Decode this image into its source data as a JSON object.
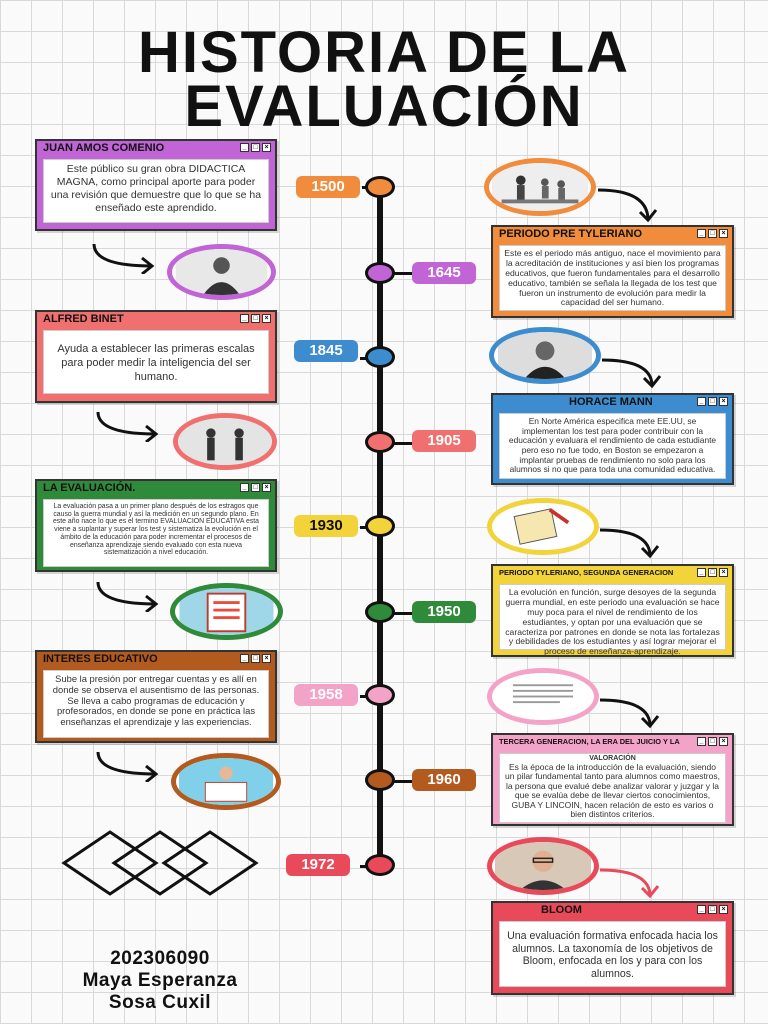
{
  "title": {
    "line1": "HISTORIA DE LA",
    "line2": "EVALUACIÓN"
  },
  "colors": {
    "purple": "#c064d6",
    "orange": "#f08c3c",
    "blue": "#3c8ccf",
    "salmon": "#f07070",
    "yellow": "#f2d43a",
    "green": "#2f8a3a",
    "pink": "#f4a3c8",
    "brown": "#b35a1f",
    "red": "#e84a5a"
  },
  "years": [
    "1500",
    "1645",
    "1845",
    "1905",
    "1930",
    "1950",
    "1958",
    "1960",
    "1972"
  ],
  "entries": [
    {
      "title": "JUAN AMOS COMENIO",
      "text": "Este público su gran obra DIDACTICA MAGNA, como principal aporte para poder una revisión que demuestre que lo que se ha enseñado este aprendido."
    },
    {
      "title": "PERIODO PRE TYLERIANO",
      "text": "Este es el periodo más antiguo, nace el movimiento para la acreditación de instituciones y así bien los programas educativos, que fueron fundamentales para el desarrollo educativo, también se señala la llegada de los test que fueron un instrumento de evolución para medir la capacidad del ser humano."
    },
    {
      "title": "ALFRED BINET",
      "text": "Ayuda a establecer las primeras escalas para poder medir la inteligencia del ser humano."
    },
    {
      "title": "HORACE MANN",
      "text": "En Norte América especifica mete EE.UU, se implementan los test para poder contribuir con la educación y evaluara el rendimiento de cada estudiante pero eso no fue todo, en Boston se empezaron a implantar pruebas de rendimiento no solo para los alumnos si no que para toda una comunidad educativa."
    },
    {
      "title": "LA EVALUACIÓN.",
      "text": "La evaluación pasa a un primer plano después de los estragos que causo la guerra mundial y así la medición en un segundo plano. En este año nace lo que es el termino EVALUACION EDUCATIVA esta viene a suplantar y superar los test y sistematiza la evolución en el ámbito de la educación para poder incrementar el procesos de enseñanza aprendizaje siendo evaluado con esta nueva sistematización a nivel educación."
    },
    {
      "title": "PERIODO TYLERIANO, SEGUNDA GENERACION",
      "text": "La evolución en función, surge desoyes de la segunda guerra mundial, en este periodo una evaluación se hace muy poca para el nivel de rendimiento de los estudiantes, y optan por una evaluación que se caracteriza por patrones en donde se nota las fortalezas y debilidades de los estudiantes y así lograr mejorar el proceso de enseñanza-aprendizaje."
    },
    {
      "title": "INTERES EDUCATIVO",
      "text": "Sube la presión por entregar cuentas y es allí en donde se observa el ausentismo de las personas. Se lleva a cabo programas de educación y profesorados, en donde se pone en práctica las enseñanzas el aprendizaje y las experiencias."
    },
    {
      "title": "TERCERA GENERACION, LA ERA DEL JUICIO Y LA",
      "subtitle": "VALORACIÓN",
      "text": "Es la época de la introducción de la evaluación, siendo un pilar fundamental tanto para alumnos como maestros, la persona que evalué debe analizar valorar y juzgar y la que se evalúa debe de llevar ciertos conocimientos, GUBA Y LINCOIN, hacen relación de esto es varios o bien distintos criterios."
    },
    {
      "title": "BLOOM",
      "text": "Una evaluación formativa enfocada hacia los alumnos. La taxonomía de los objetivos de Bloom, enfocada en los y para con los alumnos."
    }
  ],
  "footer": {
    "id": "202306090",
    "name1": "Maya Esperanza",
    "name2": "Sosa Cuxil"
  }
}
